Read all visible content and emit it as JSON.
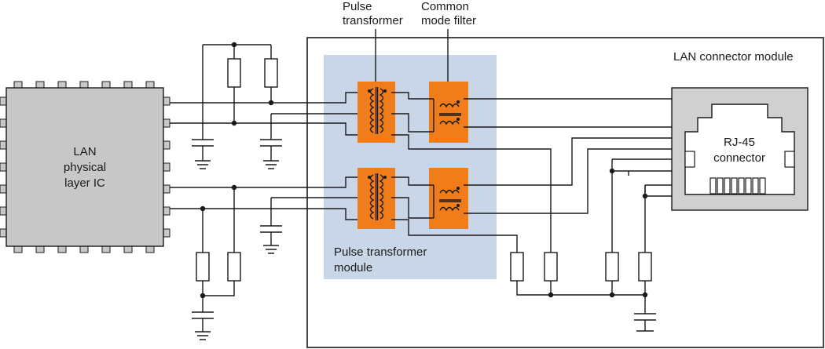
{
  "labels": {
    "ic_line1": "LAN",
    "ic_line2": "physical",
    "ic_line3": "layer IC",
    "pulse_transformer_line1": "Pulse",
    "pulse_transformer_line2": "transformer",
    "common_mode_line1": "Common",
    "common_mode_line2": "mode filter",
    "lan_connector_module": "LAN connector module",
    "rj45_line1": "RJ-45",
    "rj45_line2": "connector",
    "ptm_line1": "Pulse transformer",
    "ptm_line2": "module"
  },
  "colors": {
    "ic_fill": "#c8c8c8",
    "module_fill": "#c9d6e8",
    "component_fill": "#f07d1a",
    "connector_fill": "#d0d0d0",
    "wire": "#1a1a1a"
  }
}
